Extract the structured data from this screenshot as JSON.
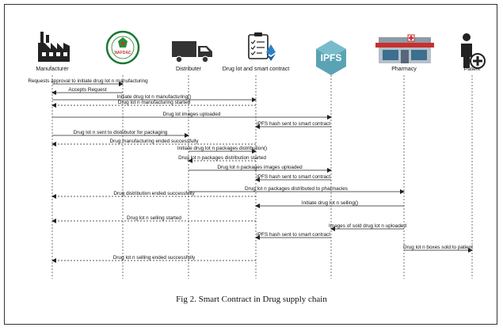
{
  "actors": [
    {
      "id": "manufacturer",
      "label": "Manufacturer",
      "icon": "factory-icon"
    },
    {
      "id": "nafdac",
      "label": "",
      "icon": "nafdac-seal-icon"
    },
    {
      "id": "distributer",
      "label": "Distributer",
      "icon": "delivery-truck-icon"
    },
    {
      "id": "contract",
      "label": "Drug lot and smart contract",
      "icon": "checklist-ethereum-icon"
    },
    {
      "id": "ipfs",
      "label": "",
      "icon": "ipfs-hexagon-icon"
    },
    {
      "id": "pharmacy",
      "label": "Pharmacy",
      "icon": "pharmacy-building-icon"
    },
    {
      "id": "patient",
      "label": "Patient",
      "icon": "patient-plus-icon"
    }
  ],
  "ipfs_logo_text": "IPFS",
  "nafdac_seal_text": "NAFDAC",
  "messages": [
    {
      "from": "manufacturer",
      "to": "nafdac",
      "text": "Requests approval to initiate drug lot n manufacturing",
      "style": "solid"
    },
    {
      "from": "nafdac",
      "to": "manufacturer",
      "text": "Accepts Request",
      "style": "solid"
    },
    {
      "from": "manufacturer",
      "to": "contract",
      "text": "Initiate drug lot n manufacturing()",
      "style": "solid"
    },
    {
      "from": "contract",
      "to": "manufacturer",
      "text": "Drug lot n manufacturing started",
      "style": "dashed"
    },
    {
      "from": "manufacturer",
      "to": "ipfs",
      "text": "Drug lot images uploaded",
      "style": "solid"
    },
    {
      "from": "ipfs",
      "to": "contract",
      "text": "IPFS hash sent to smart contract",
      "style": "solid"
    },
    {
      "from": "manufacturer",
      "to": "distributer",
      "text": "Drug lot n sent to distributor for packaging",
      "style": "solid"
    },
    {
      "from": "contract",
      "to": "manufacturer",
      "text": "Drug manufacturing ended successfully",
      "style": "dashed"
    },
    {
      "from": "distributer",
      "to": "contract",
      "text": "Initiate drug lot n packages distribution()",
      "style": "solid"
    },
    {
      "from": "contract",
      "to": "distributer",
      "text": "Drug lot n packages distribution started",
      "style": "dashed"
    },
    {
      "from": "distributer",
      "to": "ipfs",
      "text": "Drug lot n packages images uploaded",
      "style": "solid"
    },
    {
      "from": "ipfs",
      "to": "contract",
      "text": "IPFS hash sent to smart contract",
      "style": "solid"
    },
    {
      "from": "distributer",
      "to": "pharmacy",
      "text": "Drug lot n packages distributed to pharmacies",
      "style": "solid"
    },
    {
      "from": "contract",
      "to": "manufacturer",
      "text": "Drug distribution ended successfully",
      "style": "dashed"
    },
    {
      "from": "pharmacy",
      "to": "contract",
      "text": "Initiate drug lot n selling()",
      "style": "solid"
    },
    {
      "from": "contract",
      "to": "manufacturer",
      "text": "Drug lot n selling started",
      "style": "dashed"
    },
    {
      "from": "pharmacy",
      "to": "ipfs",
      "text": "Images of sold drug lot n uploaded",
      "style": "solid"
    },
    {
      "from": "ipfs",
      "to": "contract",
      "text": "IPFS hash sent to smart contract",
      "style": "solid"
    },
    {
      "from": "pharmacy",
      "to": "patient",
      "text": "Drug lot n boxes sold to patient",
      "style": "solid"
    },
    {
      "from": "contract",
      "to": "manufacturer",
      "text": "Drug lot n selling ended successfully",
      "style": "dashed"
    }
  ],
  "caption": "Fig 2. Smart Contract in Drug supply chain"
}
